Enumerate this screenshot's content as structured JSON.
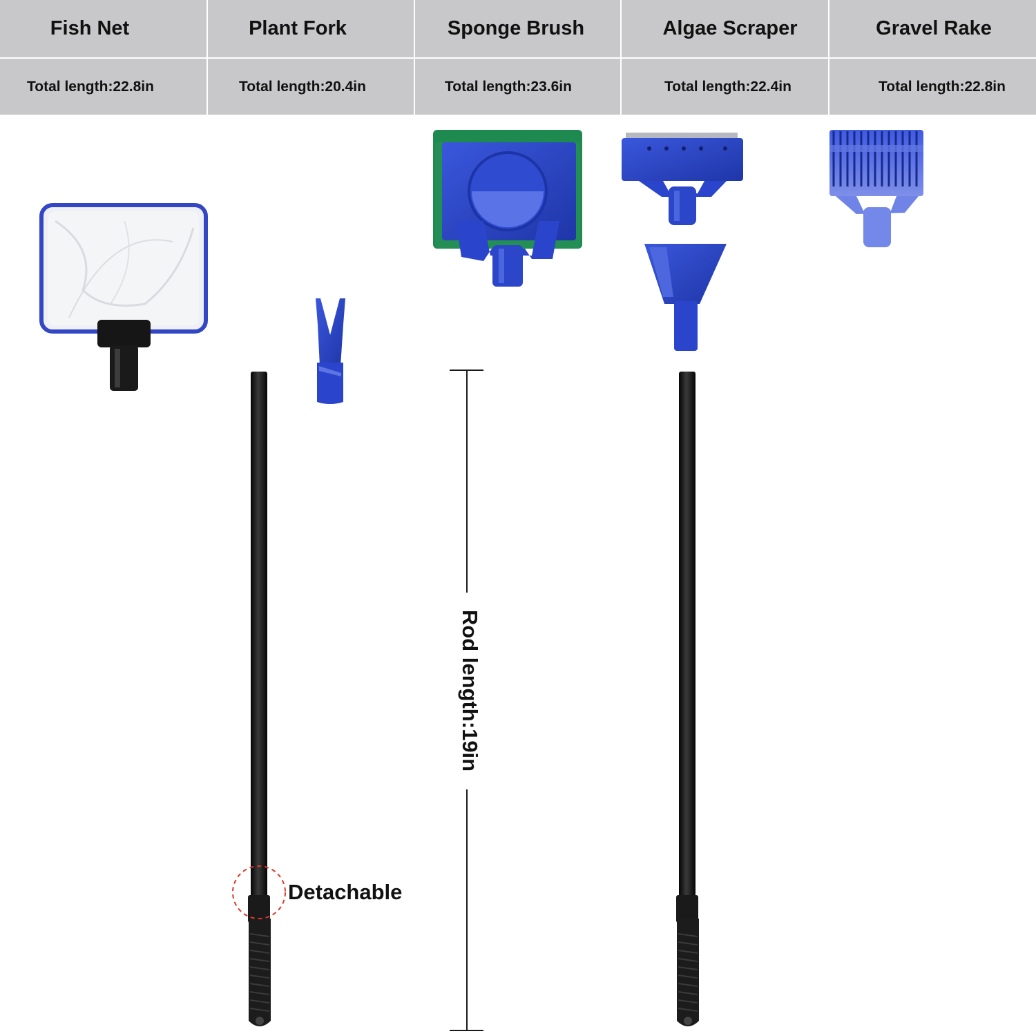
{
  "tools": [
    {
      "name": "Fish Net",
      "length": "Total length:22.8in"
    },
    {
      "name": "Plant Fork",
      "length": "Total length:20.4in"
    },
    {
      "name": "Sponge Brush",
      "length": "Total length:23.6in"
    },
    {
      "name": "Algae Scraper",
      "length": "Total length:22.4in"
    },
    {
      "name": "Gravel Rake",
      "length": "Total length:22.8in"
    }
  ],
  "annotations": {
    "detachable": "Detachable",
    "rod_length": "Rod length:19in"
  },
  "colors": {
    "header_bg": "#c8c8ca",
    "tool_blue": "#2b46c9",
    "rod_black": "#141414",
    "sponge_green": "#1f8a4f",
    "dashed_circle": "#d9382b"
  }
}
